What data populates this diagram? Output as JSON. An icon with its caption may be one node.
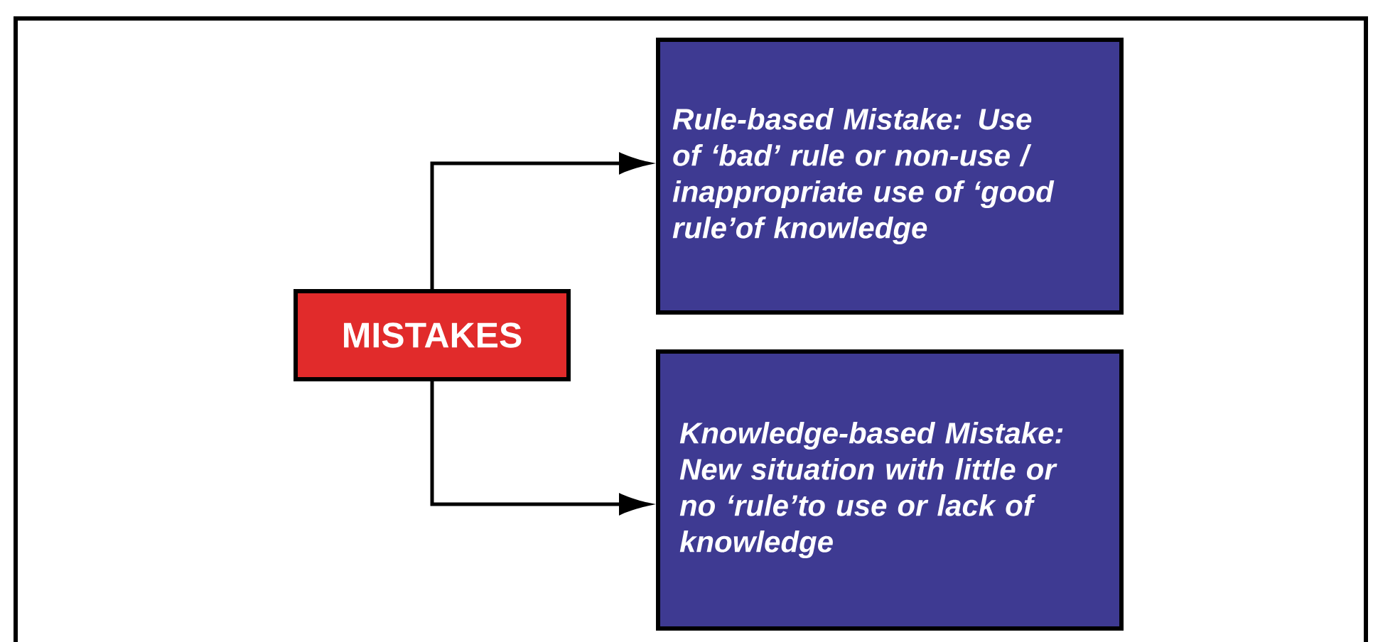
{
  "diagram": {
    "nodes": [
      {
        "text": [
          "MISTAKES"
        ]
      },
      {
        "text": [
          "Rule-based Mistake: Use of ‘bad’ rule or non-use / inappropriate use of ‘good rule’of knowledge"
        ]
      },
      {
        "text": [
          "Knowledge-based Mistake: New situation with little or no ‘rule’to use or lack of knowledge"
        ]
      }
    ],
    "edges": [
      {
        "from": 0,
        "to": 1,
        "arrow": "to"
      },
      {
        "from": 0,
        "to": 2,
        "arrow": "to"
      }
    ]
  }
}
